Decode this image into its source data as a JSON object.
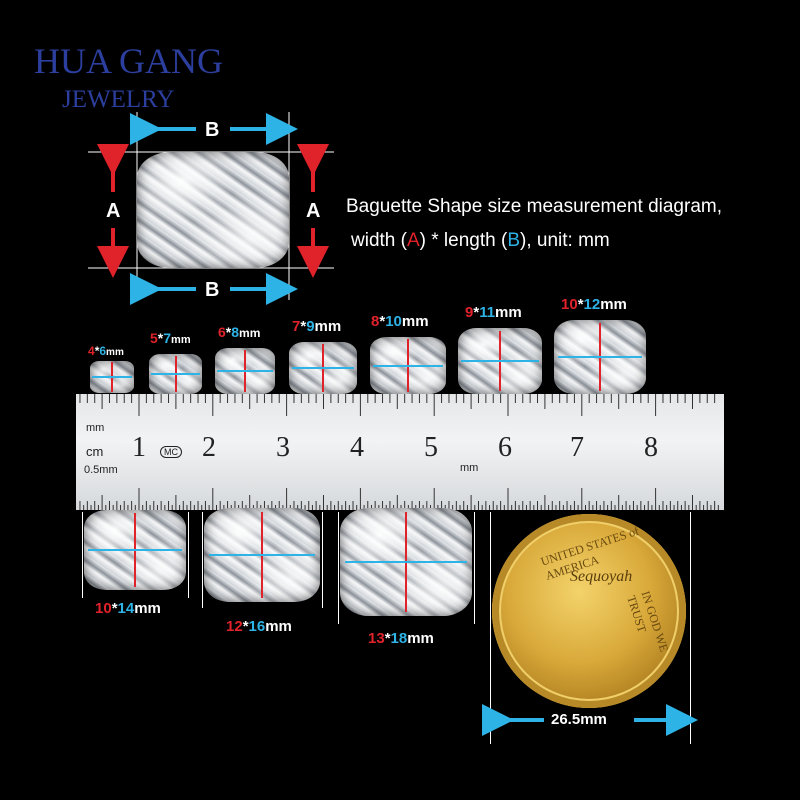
{
  "brand": {
    "line1": "HUA GANG",
    "line2": "JEWELRY"
  },
  "diagram": {
    "label_a": "A",
    "label_b": "B",
    "description_line1": "Baguette Shape size measurement diagram,",
    "desc2_prefix": "width (",
    "desc2_a": "A",
    "desc2_mid": ") * length (",
    "desc2_b": "B",
    "desc2_suffix": "), unit: mm"
  },
  "sizes_top": [
    {
      "w": "4",
      "l": "6",
      "u": "mm"
    },
    {
      "w": "5",
      "l": "7",
      "u": "mm"
    },
    {
      "w": "6",
      "l": "8",
      "u": "mm"
    },
    {
      "w": "7",
      "l": "9",
      "u": "mm"
    },
    {
      "w": "8",
      "l": "10",
      "u": "mm"
    },
    {
      "w": "9",
      "l": "11",
      "u": "mm"
    },
    {
      "w": "10",
      "l": "12",
      "u": "mm"
    }
  ],
  "sizes_bottom": [
    {
      "w": "10",
      "l": "14",
      "u": "mm"
    },
    {
      "w": "12",
      "l": "16",
      "u": "mm"
    },
    {
      "w": "13",
      "l": "18",
      "u": "mm"
    }
  ],
  "ruler": {
    "numbers": [
      "1",
      "2",
      "3",
      "4",
      "5",
      "6",
      "7",
      "8"
    ],
    "unit_mm": "mm",
    "unit_cm": "cm",
    "unit_half": "0.5mm",
    "unit_mm2": "mm",
    "mark": "MC"
  },
  "coin": {
    "name": "Sequoyah",
    "top_text": "UNITED STATES of AMERICA",
    "side_text": "IN GOD WE TRUST",
    "diameter": "26.5mm"
  },
  "colors": {
    "width_color": "#e0222a",
    "length_color": "#2eb3e6",
    "brand": "#2c3f9e"
  }
}
